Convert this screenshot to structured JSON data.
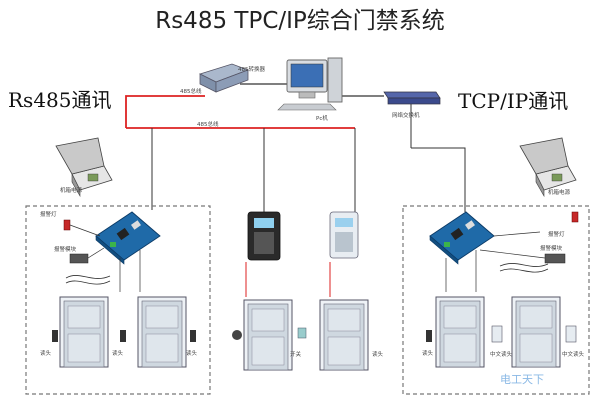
{
  "title": "Rs485 TPC/IP综合门禁系统",
  "left_heading": "Rs485通讯",
  "right_heading": "TCP/IP通讯",
  "labels": {
    "converter": "485转换器",
    "line_485_a": "485总线",
    "line_485_b": "485总线",
    "pc": "Pc机",
    "switch": "网络交换机",
    "power_left": "机箱电源",
    "power_right": "机箱电源",
    "alarm_light_left": "报警灯",
    "alarm_module_left": "报警模块",
    "alarm_light_right": "报警灯",
    "alarm_module_right": "报警模块",
    "reader": "读头",
    "exit_button": "开关",
    "cn_reader": "中文读头"
  },
  "watermark": "电工天下"
}
